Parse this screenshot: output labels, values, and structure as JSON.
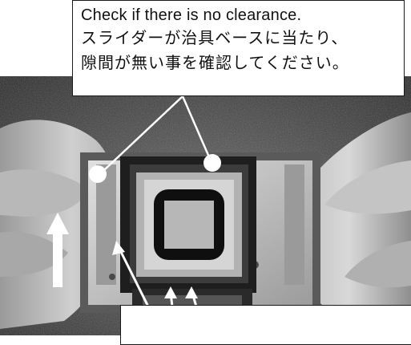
{
  "figure": {
    "callout_top": {
      "line_1": "Check if there is no clearance.",
      "line_2": "スライダーが治具ベースに当たり、",
      "line_3": "隙間が無い事を確認してください。"
    },
    "colors": {
      "photo_dark": "#2b2b2b",
      "photo_mid": "#8a8a8a",
      "photo_light": "#d6d6d6",
      "annotation": "#ffffff",
      "callout_border": "#1a1a1a"
    }
  }
}
